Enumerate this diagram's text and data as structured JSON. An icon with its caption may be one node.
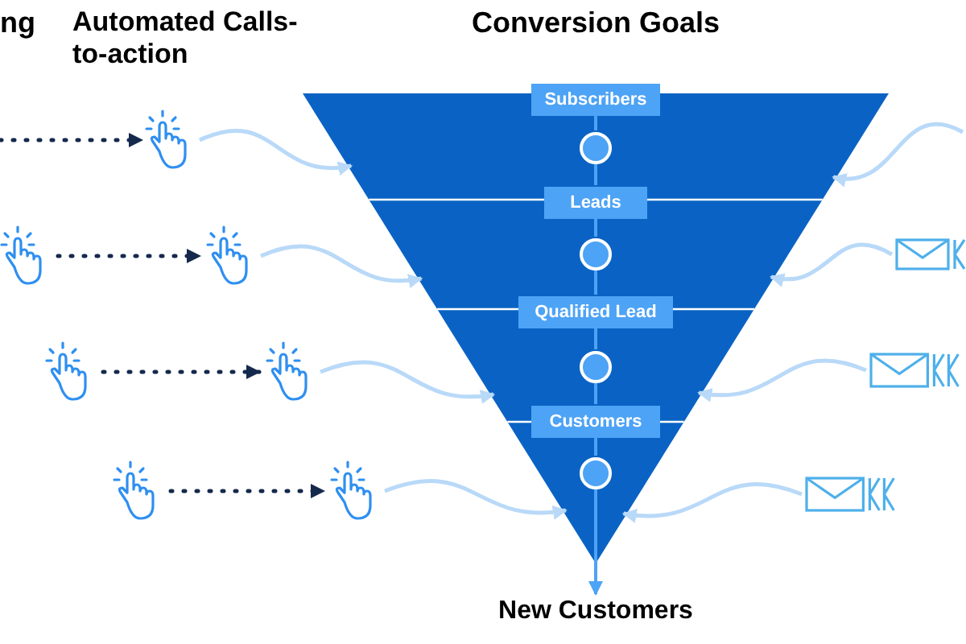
{
  "diagram": {
    "nodes": [
      {
        "text": [],
        "shape": "triangle"
      },
      {
        "text": [
          "Subscribers"
        ],
        "in": 0
      },
      {
        "text": [],
        "shape": "circle",
        "in": 0
      },
      {
        "text": [
          "Leads"
        ],
        "in": 0
      },
      {
        "text": [],
        "shape": "circle",
        "in": 0
      },
      {
        "text": [
          "Qualified Lead"
        ],
        "in": 0
      },
      {
        "text": [],
        "shape": "circle",
        "in": 0
      },
      {
        "text": [
          "Customers"
        ],
        "in": 0
      },
      {
        "text": [],
        "shape": "circle",
        "in": 0
      },
      {
        "text": [
          "New Customers"
        ]
      },
      {
        "text": [],
        "shape": "hand"
      },
      {
        "text": [],
        "shape": "hand"
      },
      {
        "text": [],
        "shape": "hand"
      },
      {
        "text": [],
        "shape": "hand"
      },
      {
        "text": [],
        "shape": "hand"
      },
      {
        "text": [],
        "shape": "hand"
      },
      {
        "text": [],
        "shape": "hand"
      },
      {
        "text": [],
        "shape": "envelope"
      },
      {
        "text": [],
        "shape": "envelope"
      },
      {
        "text": [],
        "shape": "envelope"
      }
    ],
    "edges": [
      {
        "from": 1,
        "to": 2,
        "arrow": "none"
      },
      {
        "from": 2,
        "to": 3,
        "arrow": "none"
      },
      {
        "from": 3,
        "to": 4,
        "arrow": "none"
      },
      {
        "from": 4,
        "to": 5,
        "arrow": "none"
      },
      {
        "from": 5,
        "to": 6,
        "arrow": "none"
      },
      {
        "from": 6,
        "to": 7,
        "arrow": "none"
      },
      {
        "from": 7,
        "to": 8,
        "arrow": "none"
      },
      {
        "from": 8,
        "to": 9,
        "arrow": "to"
      },
      {
        "from": null,
        "to": 10,
        "arrow": "to",
        "style": "dashed",
        "color": "#15294d"
      },
      {
        "from": 11,
        "to": 12,
        "arrow": "to",
        "style": "dashed",
        "color": "#15294d"
      },
      {
        "from": 13,
        "to": 14,
        "arrow": "to",
        "style": "dashed",
        "color": "#15294d"
      },
      {
        "from": 15,
        "to": 16,
        "arrow": "to",
        "style": "dashed",
        "color": "#15294d"
      },
      {
        "from": 10,
        "to": 0,
        "arrow": "to",
        "color": "#b9d9f8"
      },
      {
        "from": 12,
        "to": 0,
        "arrow": "to",
        "color": "#b9d9f8"
      },
      {
        "from": 14,
        "to": 0,
        "arrow": "to",
        "color": "#b9d9f8"
      },
      {
        "from": 16,
        "to": 0,
        "arrow": "to",
        "color": "#b9d9f8"
      },
      {
        "from": null,
        "to": 0,
        "arrow": "to",
        "color": "#b9d9f8"
      },
      {
        "from": 17,
        "to": 0,
        "arrow": "to",
        "color": "#b9d9f8"
      },
      {
        "from": 18,
        "to": 0,
        "arrow": "to",
        "color": "#b9d9f8"
      },
      {
        "from": 19,
        "to": 0,
        "arrow": "to",
        "color": "#b9d9f8"
      }
    ],
    "labels": [
      "ng",
      "Automated Calls-to-action",
      "Conversion Goals"
    ]
  }
}
